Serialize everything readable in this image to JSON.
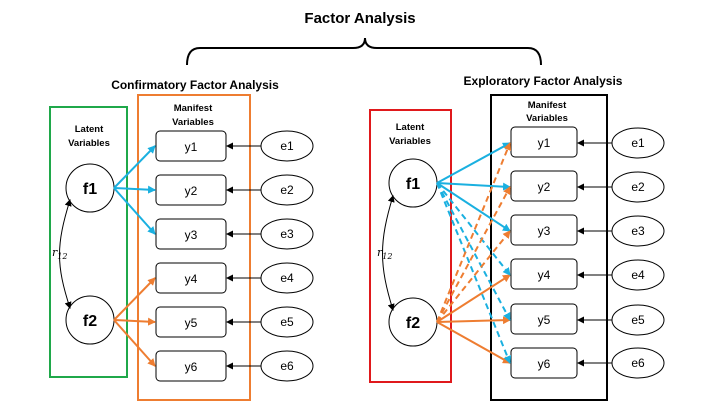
{
  "title": "Factor Analysis",
  "cfa": {
    "title": "Confirmatory Factor Analysis",
    "latent_label": [
      "Latent",
      "Variables"
    ],
    "manifest_label": [
      "Manifest",
      "Variables"
    ],
    "factors": [
      "f1",
      "f2"
    ],
    "correlation": "r",
    "correlation_sub": "12",
    "variables": [
      "y1",
      "y2",
      "y3",
      "y4",
      "y5",
      "y6"
    ],
    "errors": [
      "e1",
      "e2",
      "e3",
      "e4",
      "e5",
      "e6"
    ]
  },
  "efa": {
    "title": "Exploratory Factor Analysis",
    "latent_label": [
      "Latent",
      "Variables"
    ],
    "manifest_label": [
      "Manifest",
      "Variables"
    ],
    "factors": [
      "f1",
      "f2"
    ],
    "correlation": "r",
    "correlation_sub": "12",
    "variables": [
      "y1",
      "y2",
      "y3",
      "y4",
      "y5",
      "y6"
    ],
    "errors": [
      "e1",
      "e2",
      "e3",
      "e4",
      "e5",
      "e6"
    ]
  },
  "colors": {
    "f1_arrows": "#1ab0e0",
    "f2_arrows": "#ee7d31",
    "cfa_latent_border": "#1fa84a",
    "cfa_manifest_border": "#ee7d31",
    "efa_latent_border": "#e0191c",
    "efa_manifest_border": "#000000"
  }
}
